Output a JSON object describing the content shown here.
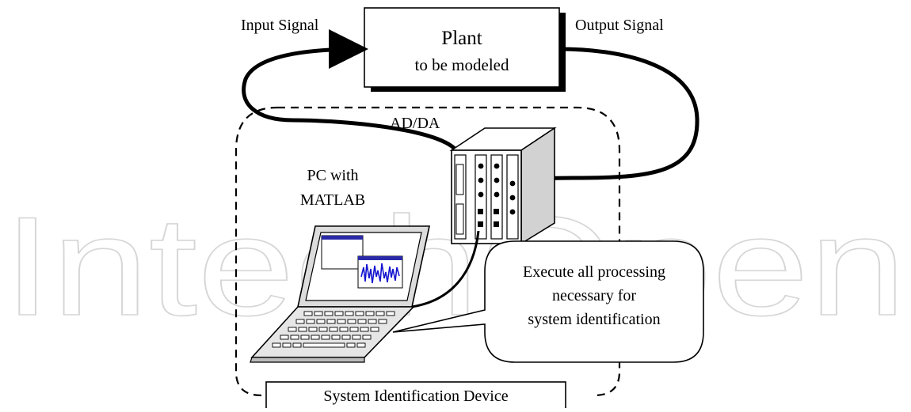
{
  "watermark": {
    "text": "IntechOpen"
  },
  "labels": {
    "input_signal": "Input Signal",
    "output_signal": "Output Signal",
    "plant_title": "Plant",
    "plant_subtitle": "to be modeled",
    "adda": "AD/DA",
    "pc_line1": "PC with",
    "pc_line2": "MATLAB",
    "callout_line1": "Execute all processing",
    "callout_line2": "necessary for",
    "callout_line3": "system identification",
    "device": "System Identification Device"
  },
  "colors": {
    "stroke": "#000000",
    "plot_trace": "#1515d0",
    "window_bar": "#2a2aa8",
    "shadow": "#000000"
  },
  "icons": [
    "laptop-icon",
    "ad-da-rack-icon",
    "waveform-icon"
  ]
}
